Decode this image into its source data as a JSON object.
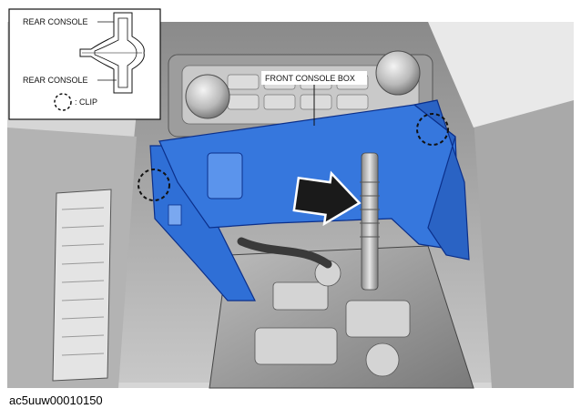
{
  "figure": {
    "caption": "ac5uuw00010150"
  },
  "legend": {
    "rear_console_top": "REAR CONSOLE",
    "rear_console_bottom": "REAR CONSOLE",
    "clip_label": ": CLIP"
  },
  "callouts": {
    "front_console_box": "FRONT CONSOLE BOX"
  },
  "colors": {
    "highlight_part": "#2f6fd6",
    "highlight_edge": "#0b2f8a",
    "background_gray": "#d9d9d9"
  }
}
